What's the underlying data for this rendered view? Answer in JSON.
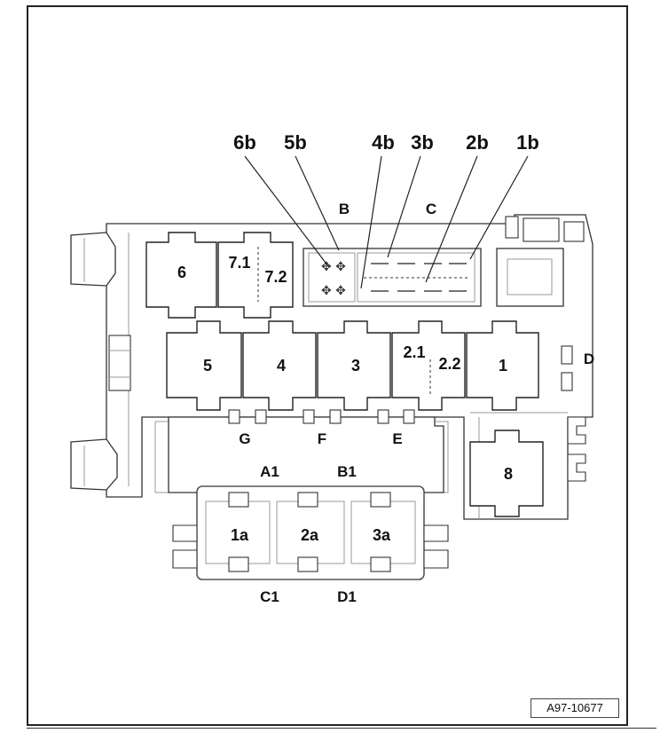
{
  "callouts": {
    "c6b": "6b",
    "c5b": "5b",
    "c4b": "4b",
    "c3b": "3b",
    "c2b": "2b",
    "c1b": "1b"
  },
  "connectors": {
    "B": "B",
    "C": "C",
    "D": "D",
    "E": "E",
    "F": "F",
    "G": "G",
    "A1": "A1",
    "B1": "B1",
    "C1": "C1",
    "D1": "D1"
  },
  "relays": {
    "r6": "6",
    "r71": "7.1",
    "r72": "7.2",
    "r5": "5",
    "r4": "4",
    "r3": "3",
    "r21": "2.1",
    "r22": "2.2",
    "r1": "1",
    "r8": "8",
    "r1a": "1a",
    "r2a": "2a",
    "r3a": "3a"
  },
  "reference": "A97-10677"
}
